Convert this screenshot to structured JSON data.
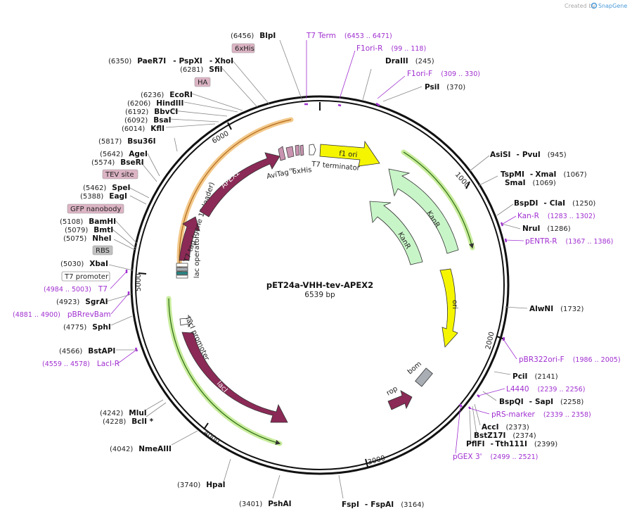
{
  "watermark": {
    "prefix": "Created by",
    "brand": "SnapGene"
  },
  "plasmid": {
    "name": "pET24a-VHH-tev-APEX2",
    "length": "6539 bp"
  },
  "colors": {
    "apex2": "#8b2a56",
    "lacI": "#8b2a56",
    "rop": "#8b2a56",
    "f1ori": "#f5f500",
    "ori": "#f5f500",
    "kanR": "#c8f5c8",
    "bom": "#a9aeb5",
    "halo_green": "#c8ec9c",
    "halo_orange": "#f3c88a",
    "primer": "#a030d0",
    "tag_box": "#dcb4c4",
    "rbs_box": "#c0c0c0"
  },
  "ticks": [
    "1000",
    "2000",
    "3000",
    "4000",
    "5000",
    "6000"
  ],
  "features": [
    {
      "id": "f1ori",
      "label": "f1 ori"
    },
    {
      "id": "kanR1",
      "label": "KanR"
    },
    {
      "id": "kanR2",
      "label": "KanR"
    },
    {
      "id": "ori",
      "label": "ori"
    },
    {
      "id": "bom",
      "label": "bom"
    },
    {
      "id": "rop",
      "label": "rop"
    },
    {
      "id": "lacI",
      "label": "lacI"
    },
    {
      "id": "lacIpromoter",
      "label": "lacI promoter"
    },
    {
      "id": "lacoperator",
      "label": "lac operator"
    },
    {
      "id": "t7tag",
      "label": "T7 tag (gene 10 leader)"
    },
    {
      "id": "apex2",
      "label": "APEX2"
    },
    {
      "id": "avitag",
      "label": "AviTag™"
    },
    {
      "id": "sixhis",
      "label": "6xHis"
    },
    {
      "id": "t7term",
      "label": "T7 terminator"
    }
  ],
  "sites": [
    {
      "pos": "(6456)",
      "name": "BlpI"
    },
    {
      "name": "DraIII",
      "pos": "(245)"
    },
    {
      "name": "PsiI",
      "pos": "(370)"
    },
    {
      "name": "AsiSI",
      "name2": "PvuI",
      "pos": "(945)"
    },
    {
      "name": "TspMI",
      "name2": "XmaI",
      "pos": "(1067)"
    },
    {
      "name": "SmaI",
      "pos": "(1069)"
    },
    {
      "name": "BspDI",
      "name2": "ClaI",
      "pos": "(1250)"
    },
    {
      "name": "NruI",
      "pos": "(1286)"
    },
    {
      "name": "AlwNI",
      "pos": "(1732)"
    },
    {
      "name": "PciI",
      "pos": "(2141)"
    },
    {
      "name": "BspQI",
      "name2": "SapI",
      "pos": "(2258)"
    },
    {
      "name": "AccI",
      "pos": "(2373)"
    },
    {
      "name": "BstZ17I",
      "pos": "(2374)"
    },
    {
      "name": "PflFI",
      "name2": "Tth111I",
      "pos": "(2399)"
    },
    {
      "name": "FspI",
      "name2": "FspAI",
      "pos": "(3164)"
    },
    {
      "pos": "(3401)",
      "name": "PshAI"
    },
    {
      "pos": "(3740)",
      "name": "HpaI"
    },
    {
      "pos": "(4042)",
      "name": "NmeAIII"
    },
    {
      "pos": "(4228)",
      "name": "BclI *"
    },
    {
      "pos": "(4242)",
      "name": "MluI"
    },
    {
      "pos": "(4566)",
      "name": "BstAPI"
    },
    {
      "pos": "(4775)",
      "name": "SphI"
    },
    {
      "pos": "(4923)",
      "name": "SgrAI"
    },
    {
      "pos": "(5030)",
      "name": "XbaI"
    },
    {
      "pos": "(5075)",
      "name": "NheI"
    },
    {
      "pos": "(5079)",
      "name": "BmtI"
    },
    {
      "pos": "(5108)",
      "name": "BamHI"
    },
    {
      "pos": "(5388)",
      "name": "EagI"
    },
    {
      "pos": "(5462)",
      "name": "SpeI"
    },
    {
      "pos": "(5574)",
      "name": "BseRI"
    },
    {
      "pos": "(5642)",
      "name": "AgeI"
    },
    {
      "pos": "(5817)",
      "name": "Bsu36I"
    },
    {
      "pos": "(6014)",
      "name": "KflI"
    },
    {
      "pos": "(6092)",
      "name": "BsaI"
    },
    {
      "pos": "(6192)",
      "name": "BbvCI"
    },
    {
      "pos": "(6206)",
      "name": "HindIII"
    },
    {
      "pos": "(6236)",
      "name": "EcoRI"
    },
    {
      "pos": "(6281)",
      "name": "SfiI"
    },
    {
      "pos": "(6350)",
      "name": "PaeR7I",
      "name2": "PspXI",
      "name3": "XhoI"
    }
  ],
  "primers": [
    {
      "name": "T7 Term",
      "pos": "(6453 .. 6471)"
    },
    {
      "name": "F1ori-R",
      "pos": "(99 .. 118)"
    },
    {
      "name": "F1ori-F",
      "pos": "(309 .. 330)"
    },
    {
      "name": "Kan-R",
      "pos": "(1283 .. 1302)"
    },
    {
      "name": "pENTR-R",
      "pos": "(1367 .. 1386)"
    },
    {
      "name": "pBR322ori-F",
      "pos": "(1986 .. 2005)"
    },
    {
      "name": "L4440",
      "pos": "(2239 .. 2256)"
    },
    {
      "name": "pRS-marker",
      "pos": "(2339 .. 2358)"
    },
    {
      "name": "pGEX 3'",
      "pos": "(2499 .. 2521)"
    },
    {
      "pos": "(4984 .. 5003)",
      "name": "T7"
    },
    {
      "pos": "(4881 .. 4900)",
      "name": "pBRrevBam"
    },
    {
      "pos": "(4559 .. 4578)",
      "name": "LacI-R"
    }
  ],
  "tag_labels": {
    "sixhis": "6xHis",
    "ha": "HA",
    "tev": "TEV site",
    "gfpnb": "GFP nanobody",
    "rbs": "RBS",
    "t7promoter": "T7 promoter"
  }
}
